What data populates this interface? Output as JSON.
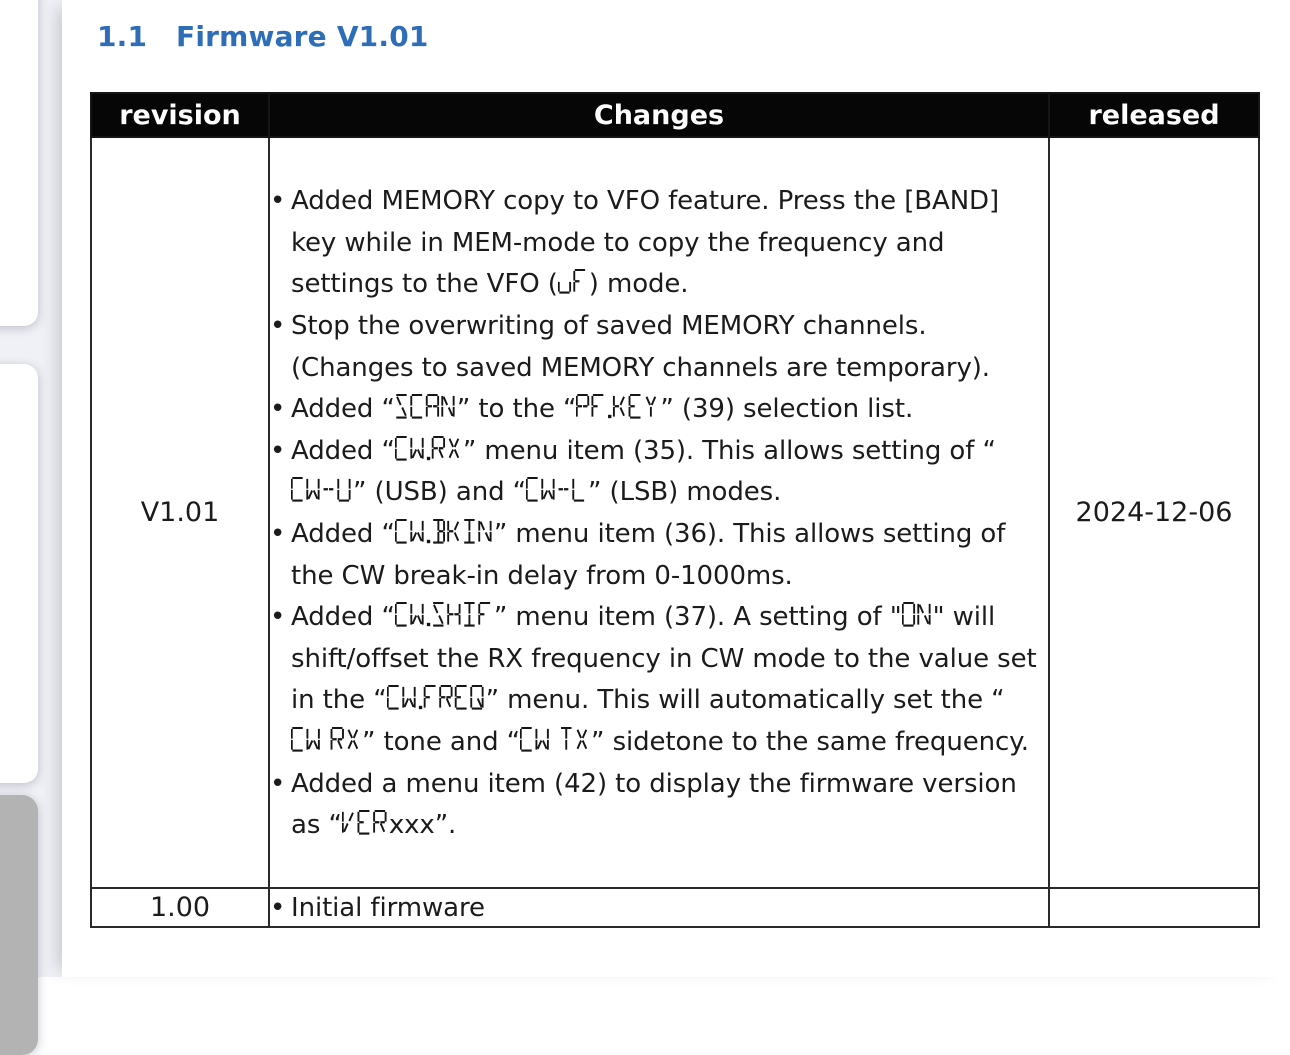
{
  "heading": {
    "number": "1.1",
    "title": "Firmware V1.01",
    "color": "#2e6db7"
  },
  "table": {
    "headers": [
      "revision",
      "Changes",
      "released"
    ],
    "rows": [
      {
        "revision": "V1.01",
        "released": "2024-12-06",
        "changes": [
          [
            {
              "seg": false,
              "text": "Added MEMORY copy to VFO feature. Press the [BAND] key while in MEM-mode to copy the frequency and settings to the VFO ("
            },
            {
              "seg": true,
              "text": "uF"
            },
            {
              "seg": false,
              "text": ") mode."
            }
          ],
          [
            {
              "seg": false,
              "text": "Stop the overwriting of saved MEMORY channels. (Changes to saved MEMORY channels are temporary)."
            }
          ],
          [
            {
              "seg": false,
              "text": "Added “"
            },
            {
              "seg": true,
              "text": "SCAN"
            },
            {
              "seg": false,
              "text": "” to the “"
            },
            {
              "seg": true,
              "text": "PF.KEY"
            },
            {
              "seg": false,
              "text": "” (39) selection list."
            }
          ],
          [
            {
              "seg": false,
              "text": "Added “"
            },
            {
              "seg": true,
              "text": "CW.RX"
            },
            {
              "seg": false,
              "text": "” menu item (35). This allows setting of “"
            },
            {
              "seg": true,
              "text": "CW-U"
            },
            {
              "seg": false,
              "text": "” (USB) and “"
            },
            {
              "seg": true,
              "text": "CW-L"
            },
            {
              "seg": false,
              "text": "” (LSB) modes."
            }
          ],
          [
            {
              "seg": false,
              "text": "Added “"
            },
            {
              "seg": true,
              "text": "CW.BKIN"
            },
            {
              "seg": false,
              "text": "” menu item (36). This allows setting of the CW break-in delay from 0-1000ms."
            }
          ],
          [
            {
              "seg": false,
              "text": "Added “"
            },
            {
              "seg": true,
              "text": "CW.SHIF"
            },
            {
              "seg": false,
              "text": "” menu item (37). A setting of \""
            },
            {
              "seg": true,
              "text": "ON"
            },
            {
              "seg": false,
              "text": "\" will shift/offset the RX frequency in CW mode to the value set in the “"
            },
            {
              "seg": true,
              "text": "CW.FREQ"
            },
            {
              "seg": false,
              "text": "” menu. This will automatically set the “"
            },
            {
              "seg": true,
              "text": "CW RX"
            },
            {
              "seg": false,
              "text": "” tone and “"
            },
            {
              "seg": true,
              "text": "CW TX"
            },
            {
              "seg": false,
              "text": "” sidetone to the same frequency."
            }
          ],
          [
            {
              "seg": false,
              "text": "Added a menu item (42) to display the firmware version as “"
            },
            {
              "seg": true,
              "text": "VER"
            },
            {
              "seg": false,
              "text": "xxx”."
            }
          ]
        ]
      },
      {
        "revision": "1.00",
        "released": "",
        "changes": [
          [
            {
              "seg": false,
              "text": "Initial firmware"
            }
          ]
        ]
      }
    ]
  },
  "sidebar": {
    "background": "#f0f1f6",
    "thumbnails": [
      {
        "color": "#ffffff"
      },
      {
        "color": "#ffffff"
      },
      {
        "color": "#b2b3b2"
      }
    ]
  },
  "colors": {
    "heading_blue": "#2e6db7",
    "header_bg": "#060606",
    "header_text": "#ffffff",
    "border": "#2a2a2a",
    "segment_glyph": "#151515"
  }
}
